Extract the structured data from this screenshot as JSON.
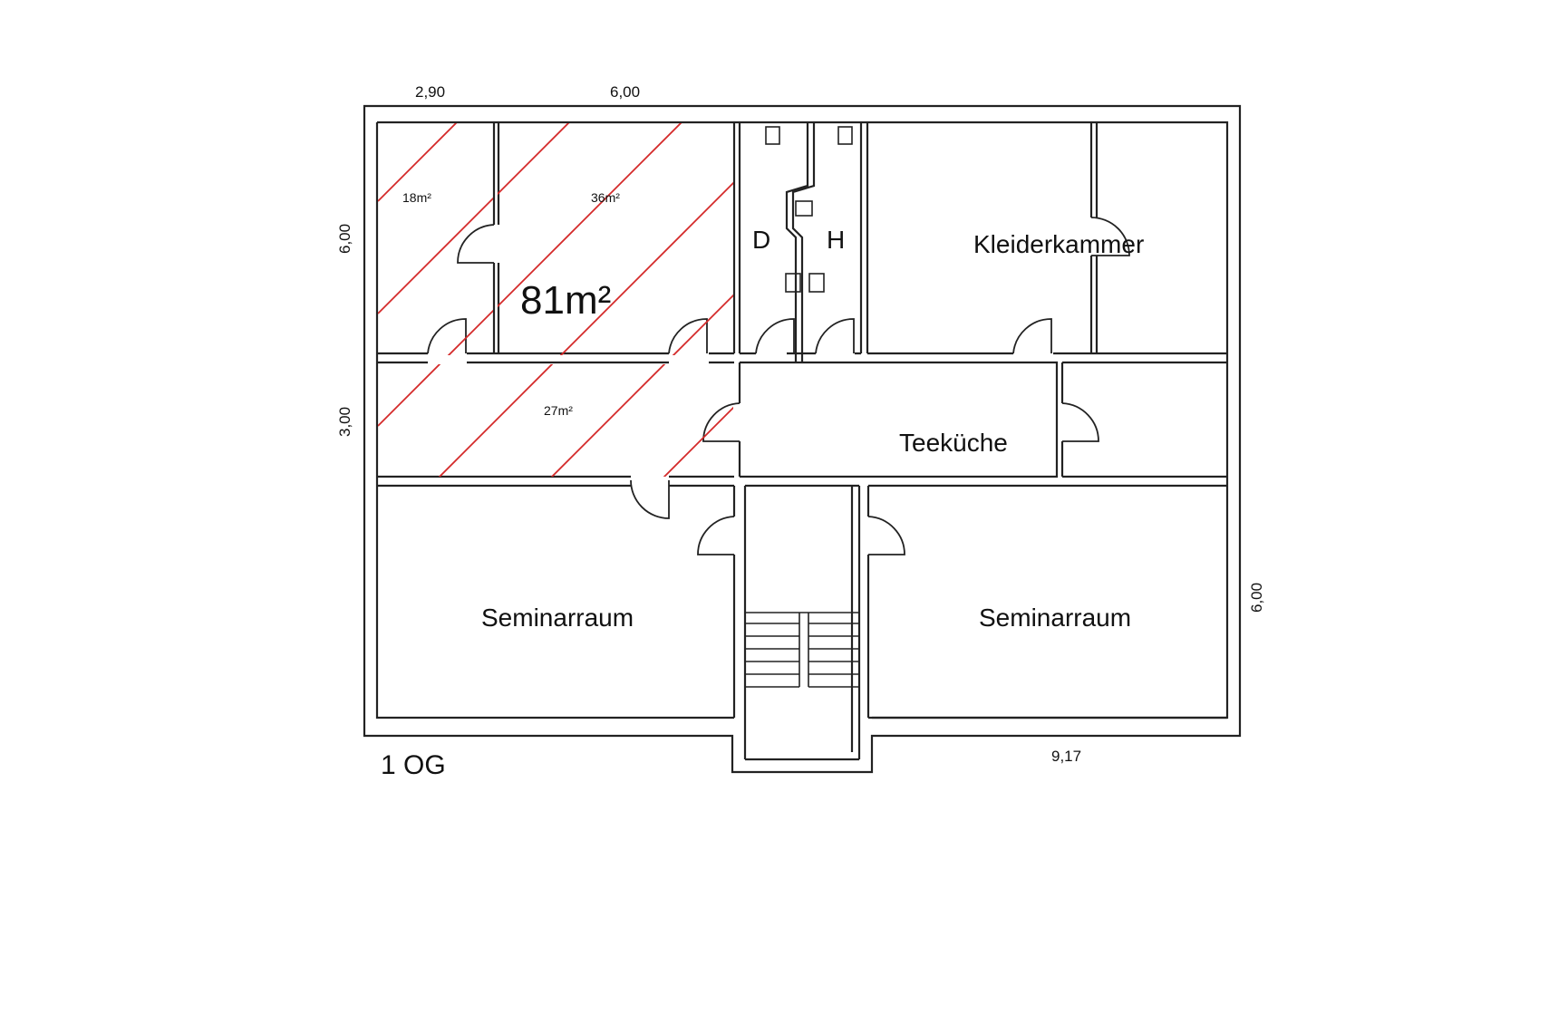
{
  "floor_label": "1 OG",
  "dimensions": {
    "top_left": "2,90",
    "top_mid": "6,00",
    "left_upper": "6,00",
    "left_lower": "3,00",
    "right": "6,00",
    "bottom_right": "9,17"
  },
  "rooms": {
    "total_area": "81m²",
    "area_a": "18m²",
    "area_b": "36m²",
    "area_c": "27m²",
    "wc_d": "D",
    "wc_h": "H",
    "kleiderkammer": "Kleiderkammer",
    "teekueche": "Teeküche",
    "seminar_left": "Seminarraum",
    "seminar_right": "Seminarraum"
  },
  "colors": {
    "hatch": "#d42a2a",
    "walls": "#222222"
  }
}
